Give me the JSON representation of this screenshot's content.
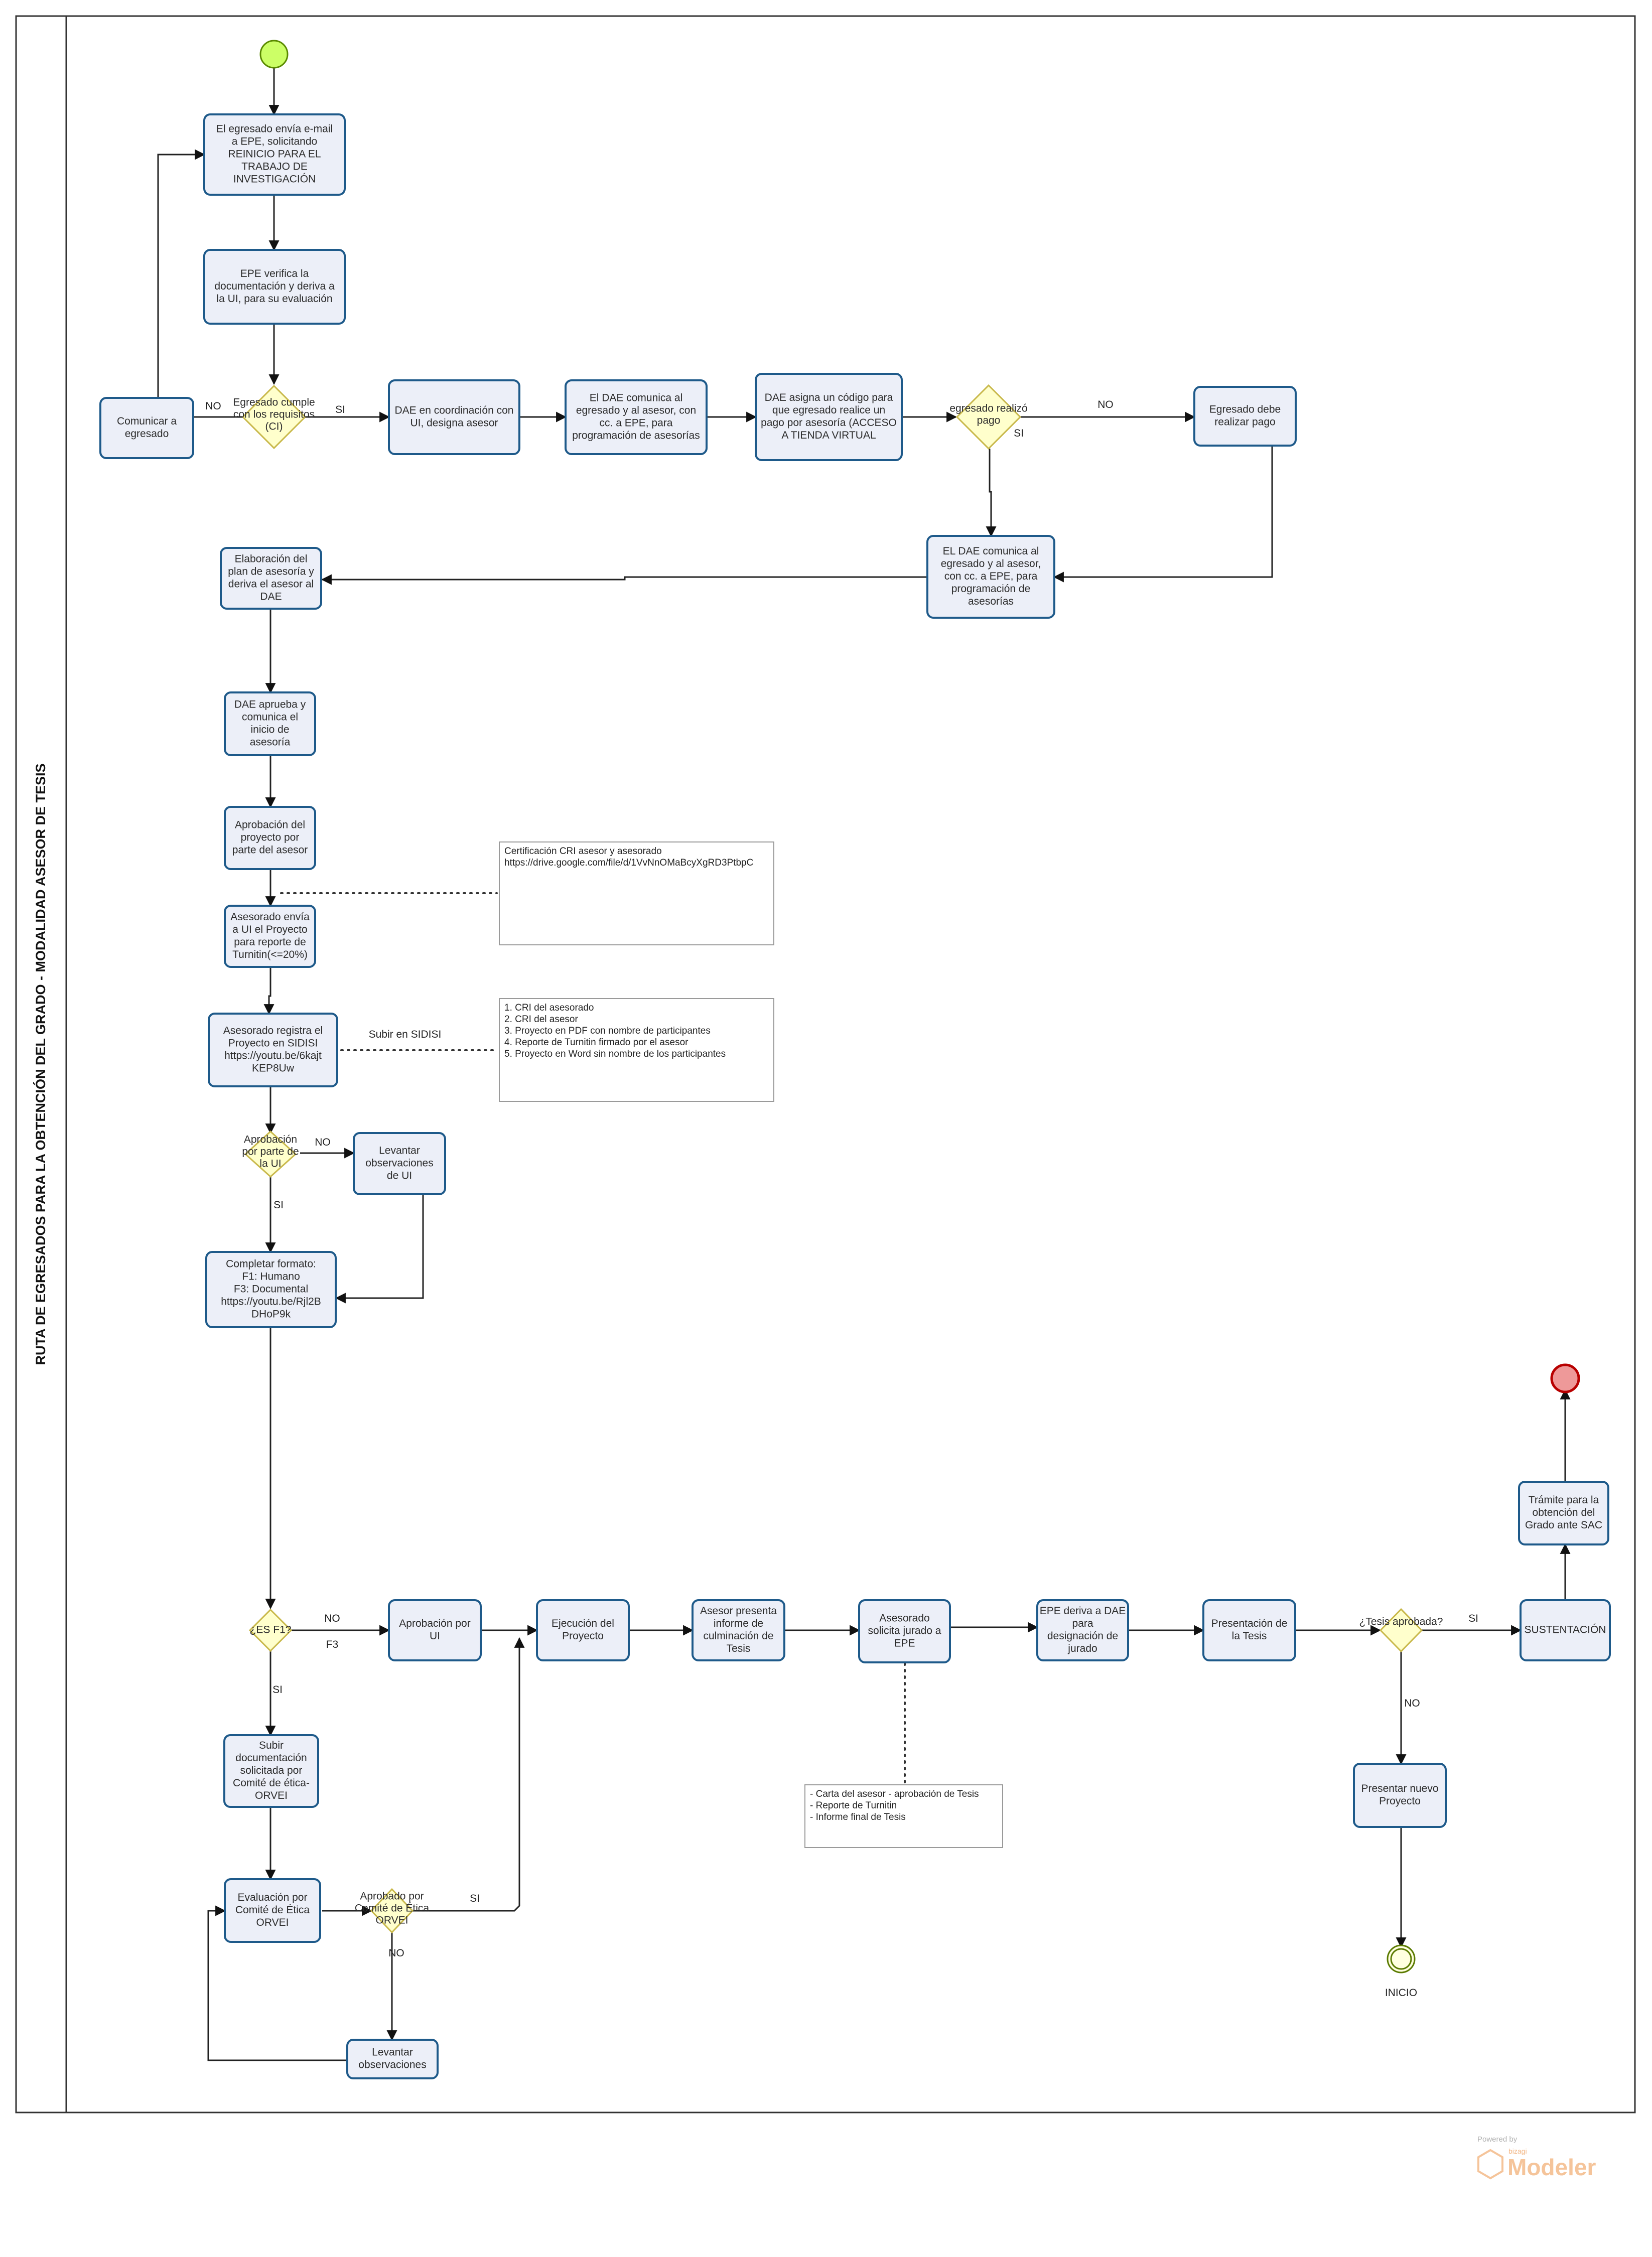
{
  "pool": {
    "title": "RUTA DE EGRESADOS PARA LA OBTENCIÓN DEL GRADO - MODALIDAD ASESOR DE TESIS"
  },
  "tasks": [
    {
      "id": "t_email",
      "lines": [
        "El egresado envía e-mail",
        "a EPE, solicitando",
        "REINICIO PARA EL",
        "TRABAJO DE",
        "INVESTIGACIÓN"
      ]
    },
    {
      "id": "t_verifica",
      "lines": [
        "EPE verifica la",
        "documentación y deriva a",
        "la UI, para su evaluación"
      ]
    },
    {
      "id": "t_comunicar",
      "lines": [
        "Comunicar a",
        "egresado"
      ]
    },
    {
      "id": "t_designa",
      "lines": [
        "DAE en coordinación con",
        "UI, designa asesor"
      ]
    },
    {
      "id": "t_comunica1",
      "lines": [
        "El DAE comunica al",
        "egresado y al asesor, con",
        "cc. a EPE, para",
        "programación de asesorías"
      ]
    },
    {
      "id": "t_codigo",
      "lines": [
        "DAE asigna un código para",
        "que egresado realice un",
        "pago por asesoría (ACCESO",
        "A TIENDA VIRTUAL"
      ]
    },
    {
      "id": "t_pago",
      "lines": [
        "Egresado debe",
        "realizar pago"
      ]
    },
    {
      "id": "t_comunica2",
      "lines": [
        "EL DAE comunica al",
        "egresado y al asesor,",
        "con cc. a EPE, para",
        "programación de",
        "asesorías"
      ]
    },
    {
      "id": "t_plan",
      "lines": [
        "Elaboración del",
        "plan de asesoría y",
        "deriva el asesor al",
        "DAE"
      ]
    },
    {
      "id": "t_aprueba",
      "lines": [
        "DAE aprueba y",
        "comunica el",
        "inicio de",
        "asesoría"
      ]
    },
    {
      "id": "t_aprob_asesor",
      "lines": [
        "Aprobación del",
        "proyecto por",
        "parte del asesor"
      ]
    },
    {
      "id": "t_turnitin",
      "lines": [
        "Asesorado envía",
        "a UI el Proyecto",
        "para reporte de",
        "Turnitin(<=20%)"
      ]
    },
    {
      "id": "t_sidisi",
      "lines": [
        "Asesorado registra el",
        "Proyecto en SIDISI",
        "https://youtu.be/6kajt",
        "KEP8Uw"
      ]
    },
    {
      "id": "t_levantar_ui",
      "lines": [
        "Levantar",
        "observaciones",
        "de UI"
      ]
    },
    {
      "id": "t_formato",
      "lines": [
        "Completar formato:",
        "F1: Humano",
        "F3: Documental",
        "https://youtu.be/Rjl2B",
        "DHoP9k"
      ]
    },
    {
      "id": "t_aprob_ui",
      "lines": [
        "Aprobación por",
        "UI"
      ]
    },
    {
      "id": "t_ejecucion",
      "lines": [
        "Ejecución del",
        "Proyecto"
      ]
    },
    {
      "id": "t_informe",
      "lines": [
        "Asesor presenta",
        "informe de",
        "culminación de",
        "Tesis"
      ]
    },
    {
      "id": "t_jurado",
      "lines": [
        "Asesorado",
        "solicita jurado a",
        "EPE"
      ]
    },
    {
      "id": "t_designacion",
      "lines": [
        "EPE deriva a DAE",
        "para",
        "designación de",
        "jurado"
      ]
    },
    {
      "id": "t_presentacion",
      "lines": [
        "Presentación de",
        "la Tesis"
      ]
    },
    {
      "id": "t_sustentacion",
      "lines": [
        "SUSTENTACIÓN"
      ]
    },
    {
      "id": "t_tramite",
      "lines": [
        "Trámite para la",
        "obtención del",
        "Grado ante SAC"
      ]
    },
    {
      "id": "t_nuevo",
      "lines": [
        "Presentar nuevo",
        "Proyecto"
      ]
    },
    {
      "id": "t_subir_doc",
      "lines": [
        "Subir",
        "documentación",
        "solicitada por",
        "Comité de ética-",
        "ORVEI"
      ]
    },
    {
      "id": "t_evaluacion",
      "lines": [
        "Evaluación por",
        "Comité de Ética",
        "ORVEI"
      ]
    },
    {
      "id": "t_levantar",
      "lines": [
        "Levantar",
        "observaciones"
      ]
    }
  ],
  "gateways": [
    {
      "id": "g_requisitos",
      "lines": [
        "Egresado cumple",
        "con los requisitos",
        "(CI)"
      ]
    },
    {
      "id": "g_pago",
      "lines": [
        "egresado realizó",
        "pago"
      ]
    },
    {
      "id": "g_ui",
      "lines": [
        "Aprobación",
        "por parte de",
        "la UI"
      ]
    },
    {
      "id": "g_f1",
      "lines": [
        "¿ES F1?"
      ]
    },
    {
      "id": "g_etica",
      "lines": [
        "Aprobado por",
        "Comité de Ética",
        "ORVEI"
      ]
    },
    {
      "id": "g_tesis",
      "lines": [
        "¿Tesis aprobada?"
      ]
    }
  ],
  "flow_labels": {
    "no": "NO",
    "si": "SI",
    "f3": "F3",
    "subir_sidisi": "Subir en SIDISI",
    "inicio": "INICIO"
  },
  "notes": [
    {
      "id": "n_cri",
      "lines": [
        "Certificación CRI asesor y asesorado",
        "https://drive.google.com/file/d/1VvNnOMaBcyXgRD3PtbpC"
      ]
    },
    {
      "id": "n_sidisi",
      "lines": [
        "1. CRI del asesorado",
        "2. CRI del asesor",
        "3. Proyecto en PDF con nombre de participantes",
        "4. Reporte de Turnitin firmado por el asesor",
        "5. Proyecto en Word sin nombre de los participantes"
      ]
    },
    {
      "id": "n_jurado",
      "lines": [
        "- Carta del asesor - aprobación de Tesis",
        "- Reporte de Turnitin",
        "- Informe final de Tesis"
      ]
    }
  ],
  "colors": {
    "task_fill": "#eceff8",
    "task_stroke": "#1e5a8a",
    "gateway_fill": "#ffffcc",
    "start_fill": "#ccff66",
    "end_fill": "#ee9999",
    "end_stroke": "#b80000"
  },
  "watermark": {
    "powered": "Powered by",
    "brand": "bizagi",
    "product": "Modeler"
  }
}
